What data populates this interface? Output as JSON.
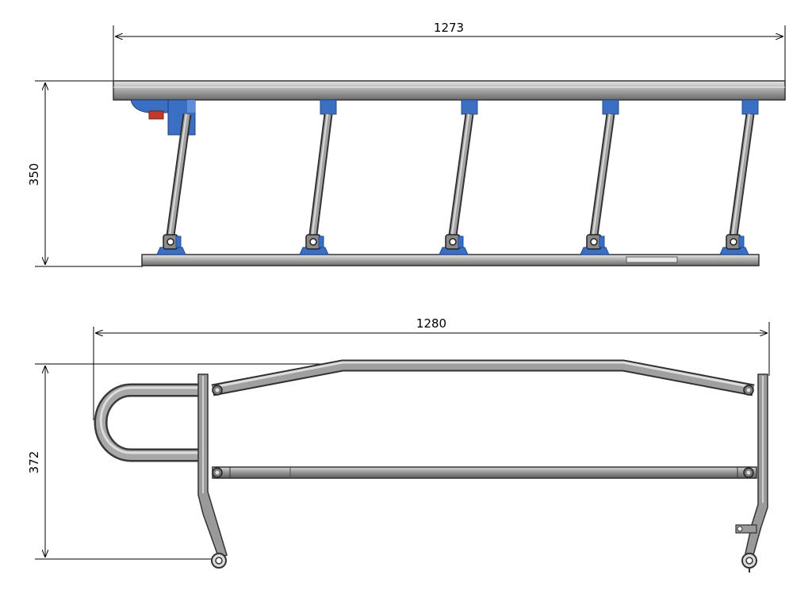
{
  "drawing": {
    "top_view": {
      "width_dimension": "1273",
      "height_dimension": "350",
      "post_count": 5
    },
    "bottom_view": {
      "width_dimension": "1280",
      "height_dimension": "372"
    }
  },
  "colors": {
    "steel": "#9a9a9a",
    "steel_dark": "#6e6e6e",
    "steel_light": "#c8c8c8",
    "bracket_blue": "#3a6fc4",
    "bracket_blue_dark": "#234b8f",
    "latch_red": "#c23a2a",
    "dimension_line": "#000000"
  }
}
